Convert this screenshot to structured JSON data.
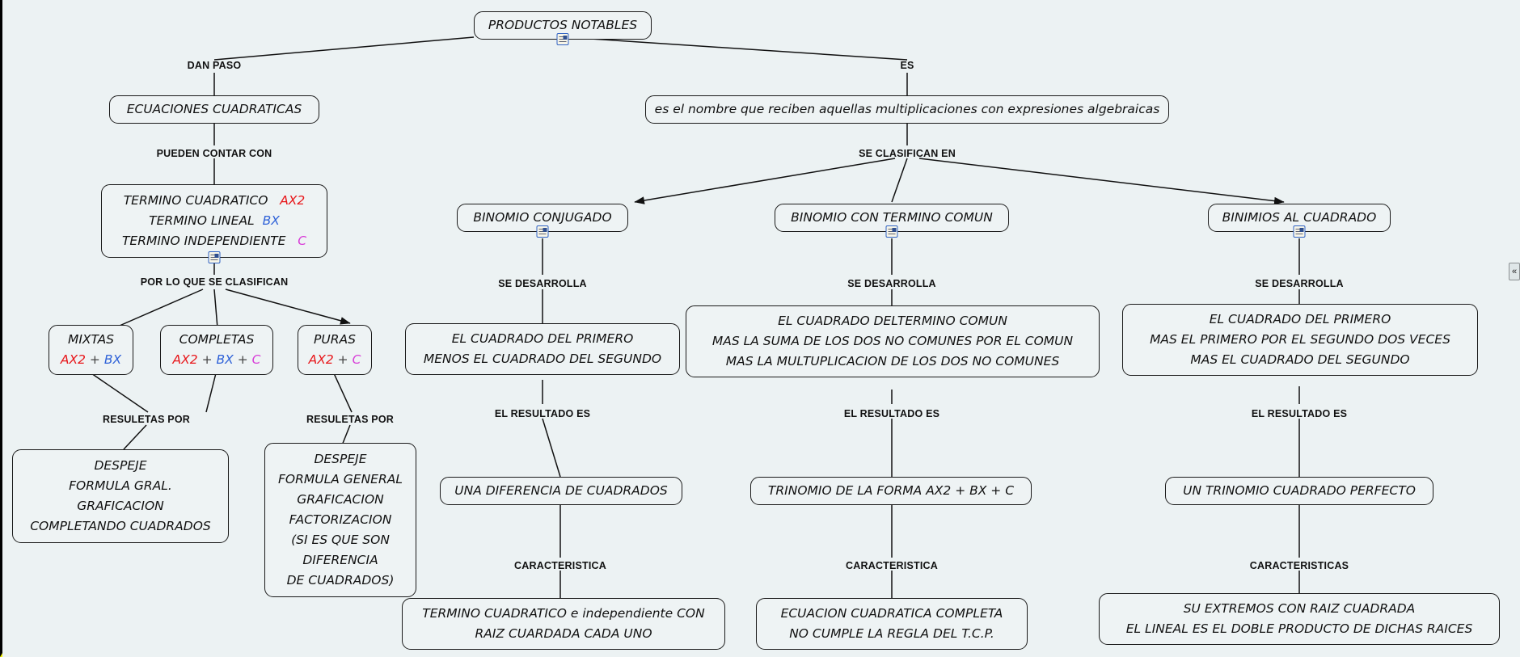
{
  "map": {
    "title": "PRODUCTOS NOTABLES",
    "background_color": "#ecf2f3",
    "node_fill": "#eef3f4",
    "node_border": "#1a1a1a",
    "accent_colors": {
      "red": "#e8161a",
      "blue": "#2f62d8",
      "magenta": "#d83bd8",
      "frame_yellow": "#f2f200"
    }
  },
  "scrollbar": {
    "handle_glyph": "«"
  },
  "nodes": {
    "root": {
      "label": "PRODUCTOS NOTABLES"
    },
    "ecuaciones": {
      "label": "ECUACIONES CUADRATICAS"
    },
    "definicion": {
      "label": "es el nombre que reciben aquellas multiplicaciones con expresiones algebraicas"
    },
    "terminos": {
      "line1_a": "TERMINO CUADRATICO",
      "line1_b": "AX2",
      "line2_a": "TERMINO LINEAL",
      "line2_b": "BX",
      "line3_a": "TERMINO INDEPENDIENTE",
      "line3_b": "C"
    },
    "mixtas": {
      "title": "MIXTAS",
      "f1": "AX2",
      "op1": "+",
      "f2": "BX"
    },
    "completas": {
      "title": "COMPLETAS",
      "f1": "AX2",
      "op1": "+",
      "f2": "BX",
      "op2": "+",
      "f3": "C"
    },
    "puras": {
      "title": "PURAS",
      "f1": "AX2",
      "op1": "+",
      "f2": "C"
    },
    "metodos_mixtas": {
      "l1": "DESPEJE",
      "l2": "FORMULA GRAL.",
      "l3": "GRAFICACION",
      "l4": "COMPLETANDO CUADRADOS"
    },
    "metodos_puras": {
      "l1": "DESPEJE",
      "l2": "FORMULA GENERAL",
      "l3": "GRAFICACION",
      "l4": "FACTORIZACION",
      "l5": "(SI ES QUE SON",
      "l6": "DIFERENCIA",
      "l7": "DE CUADRADOS)"
    },
    "binomio_conjugado": {
      "label": "BINOMIO CONJUGADO"
    },
    "binomio_termino_comun": {
      "label": "BINOMIO CON TERMINO COMUN"
    },
    "binomios_cuadrado": {
      "label": "BINIMIOS AL CUADRADO"
    },
    "desarrollo_conjugado": {
      "l1": "EL CUADRADO DEL PRIMERO",
      "l2": "MENOS EL CUADRADO DEL SEGUNDO"
    },
    "desarrollo_comun": {
      "l1": "EL CUADRADO DELTERMINO COMUN",
      "l2": "MAS LA SUMA DE LOS DOS NO COMUNES POR EL COMUN",
      "l3": "MAS LA MULTUPLICACION DE LOS DOS NO COMUNES"
    },
    "desarrollo_cuadrado": {
      "l1": "EL CUADRADO DEL PRIMERO",
      "l2": "MAS EL PRIMERO POR EL SEGUNDO DOS VECES",
      "l3": "MAS EL CUADRADO DEL SEGUNDO"
    },
    "resultado_conjugado": {
      "label": "UNA DIFERENCIA DE CUADRADOS"
    },
    "resultado_comun": {
      "label": "TRINOMIO DE LA FORMA AX2 + BX + C"
    },
    "resultado_cuadrado": {
      "label": "UN TRINOMIO CUADRADO PERFECTO"
    },
    "caracteristica_conjugado": {
      "l1": "TERMINO CUADRATICO e independiente CON",
      "l2": "RAIZ CUARDADA CADA UNO"
    },
    "caracteristica_comun": {
      "l1": "ECUACION CUADRATICA COMPLETA",
      "l2": "NO CUMPLE LA REGLA DEL T.C.P."
    },
    "caracteristica_cuadrado": {
      "l1": "SU EXTREMOS CON RAIZ CUADRADA",
      "l2": "EL LINEAL ES EL DOBLE PRODUCTO DE DICHAS RAICES"
    }
  },
  "link_labels": {
    "dan_paso": "DAN PASO",
    "es": "ES",
    "pueden_contar_con": "PUEDEN CONTAR CON",
    "se_clasifican_en": "SE CLASIFICAN EN",
    "por_lo_que_se_clasifican": "POR LO QUE SE CLASIFICAN",
    "resueltas_por_1": "RESULETAS POR",
    "resueltas_por_2": "RESULETAS POR",
    "se_desarrolla_1": "SE DESARROLLA",
    "se_desarrolla_2": "SE DESARROLLA",
    "se_desarrolla_3": "SE DESARROLLA",
    "el_resultado_es_1": "EL RESULTADO ES",
    "el_resultado_es_2": "EL RESULTADO ES",
    "el_resultado_es_3": "EL RESULTADO ES",
    "caracteristica_1": "CARACTERISTICA",
    "caracteristica_2": "CARACTERISTICA",
    "caracteristicas_3": "CARACTERISTICAS"
  }
}
